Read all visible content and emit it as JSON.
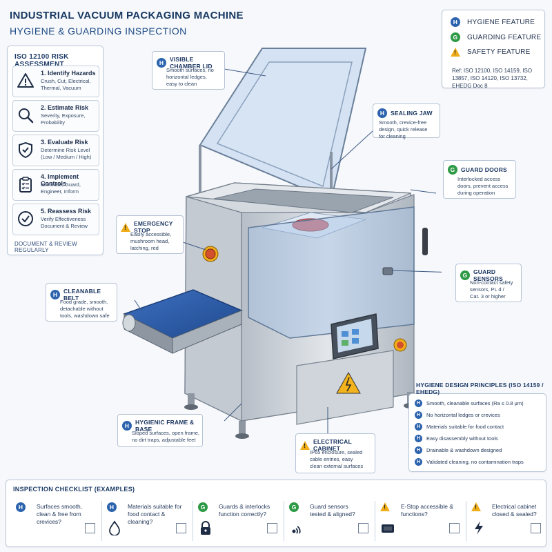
{
  "header": {
    "title": "INDUSTRIAL VACUUM PACKAGING MACHINE",
    "subtitle": "HYGIENE & GUARDING INSPECTION"
  },
  "legend": {
    "items": [
      {
        "badge": "H",
        "label": "HYGIENE FEATURE",
        "color": "#2c63ad"
      },
      {
        "badge": "G",
        "label": "GUARDING FEATURE",
        "color": "#2e9a46"
      },
      {
        "badge": "!",
        "label": "SAFETY FEATURE",
        "color": "#f0ad1a"
      }
    ],
    "references": "Ref: ISO 12100, ISO 14159, ISO 13857, ISO 14120, ISO 13732, EHEDG Doc 8"
  },
  "risk_assessment": {
    "title": "ISO 12100 RISK ASSESSMENT",
    "steps": [
      {
        "title": "1. Identify Hazards",
        "desc": "Crush, Cut, Electrical, Thermal, Vacuum",
        "icon": "warning-icon"
      },
      {
        "title": "2. Estimate Risk",
        "desc": "Severity, Exposure, Probability",
        "icon": "magnifier-icon"
      },
      {
        "title": "3. Evaluate Risk",
        "desc": "Determine Risk Level (Low / Medium / High)",
        "icon": "shield-check-icon"
      },
      {
        "title": "4. Implement Controls",
        "desc": "Eliminate, Guard, Engineer, Inform",
        "icon": "clipboard-icon"
      },
      {
        "title": "5. Reassess Risk",
        "desc": "Verify Effectiveness Document & Review",
        "icon": "check-circle-icon"
      }
    ],
    "footer": "DOCUMENT & REVIEW REGULARLY"
  },
  "callouts": {
    "chamber_lid": {
      "badge": "H",
      "title": "VISIBLE CHAMBER LID",
      "desc": [
        "Smooth surfaces, no",
        "horizontal ledges,",
        "easy to clean"
      ]
    },
    "sealing_jaw": {
      "badge": "H",
      "title": "SEALING JAW",
      "desc": [
        "Smooth, crevice-free",
        "design, quick release",
        "for cleaning"
      ]
    },
    "guard_doors": {
      "badge": "G",
      "title": "GUARD DOORS",
      "desc": [
        "Interlocked access",
        "doors, prevent access",
        "during operation"
      ]
    },
    "emergency_stop": {
      "badge": "!",
      "title": "EMERGENCY STOP",
      "desc": [
        "Easily accessible,",
        "mushroom head,",
        "latching, red"
      ]
    },
    "guard_sensors": {
      "badge": "G",
      "title": "GUARD SENSORS",
      "desc": [
        "Non-contact safety",
        "sensors, PL d /",
        "Cat. 3 or higher"
      ]
    },
    "cleanable_belt": {
      "badge": "H",
      "title": "CLEANABLE BELT",
      "desc": [
        "Food grade, smooth,",
        "detachable without",
        "tools, washdown safe"
      ]
    },
    "hygienic_frame": {
      "badge": "H",
      "title": "HYGIENIC FRAME & BASE",
      "desc": [
        "Sloped surfaces, open frame,",
        "no dirt traps, adjustable feet"
      ]
    },
    "electrical_cabinet": {
      "badge": "!",
      "title": "ELECTRICAL CABINET",
      "desc": [
        "IP65 enclosure, sealed",
        "cable entries, easy",
        "clean external surfaces"
      ]
    }
  },
  "hygiene_principles": {
    "title": "HYGIENE DESIGN PRINCIPLES (ISO 14159 / EHEDG)",
    "items": [
      "Smooth, cleanable surfaces (Ra ≤ 0.8 μm)",
      "No horizontal ledges or crevices",
      "Materials suitable for food contact",
      "Easy disassembly without tools",
      "Drainable & washdown designed",
      "Validated cleaning, no contamination traps"
    ]
  },
  "checklist": {
    "title": "INSPECTION CHECKLIST (EXAMPLES)",
    "items": [
      {
        "badge": "H",
        "text": "Surfaces smooth, clean & free from crevices?",
        "icon": "surface-icon"
      },
      {
        "badge": "H",
        "text": "Materials suitable for food contact & cleaning?",
        "icon": "droplet-icon"
      },
      {
        "badge": "G",
        "text": "Guards & interlocks function correctly?",
        "icon": "padlock-icon"
      },
      {
        "badge": "G",
        "text": "Guard sensors tested & aligned?",
        "icon": "sensor-icon"
      },
      {
        "badge": "!",
        "text": "E-Stop accessible & functions?",
        "icon": "estop-icon"
      },
      {
        "badge": "!",
        "text": "Electrical cabinet closed & sealed?",
        "icon": "lightning-icon"
      }
    ]
  },
  "machine": {
    "hmi_icons": [
      "hmi-button-icon"
    ],
    "colors": {
      "steel": "#c9cfd6",
      "glass": "#a9c6e8",
      "belt": "#2f5ea8",
      "estop": "#d2502e"
    }
  }
}
